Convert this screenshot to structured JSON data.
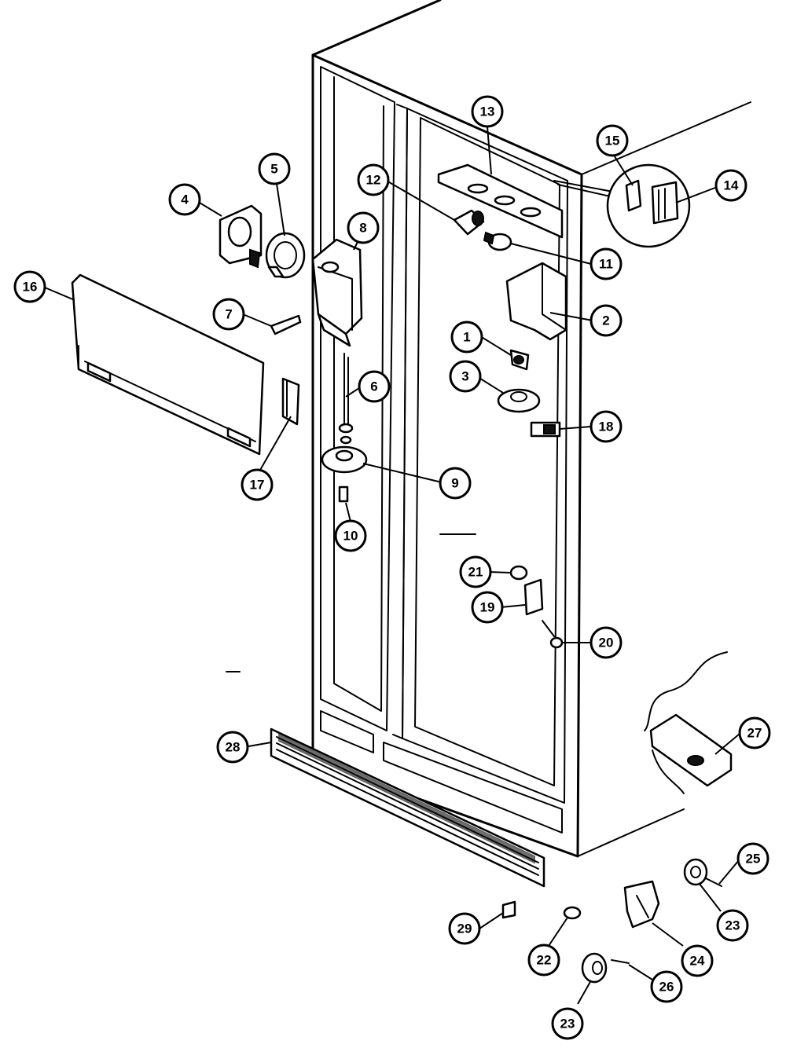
{
  "callouts": [
    {
      "id": "c1",
      "label": "1"
    },
    {
      "id": "c2",
      "label": "2"
    },
    {
      "id": "c3",
      "label": "3"
    },
    {
      "id": "c4",
      "label": "4"
    },
    {
      "id": "c5",
      "label": "5"
    },
    {
      "id": "c6",
      "label": "6"
    },
    {
      "id": "c7",
      "label": "7"
    },
    {
      "id": "c8",
      "label": "8"
    },
    {
      "id": "c9",
      "label": "9"
    },
    {
      "id": "c10",
      "label": "10"
    },
    {
      "id": "c11",
      "label": "11"
    },
    {
      "id": "c12",
      "label": "12"
    },
    {
      "id": "c13",
      "label": "13"
    },
    {
      "id": "c14",
      "label": "14"
    },
    {
      "id": "c15",
      "label": "15"
    },
    {
      "id": "c16",
      "label": "16"
    },
    {
      "id": "c17",
      "label": "17"
    },
    {
      "id": "c18",
      "label": "18"
    },
    {
      "id": "c19",
      "label": "19"
    },
    {
      "id": "c20",
      "label": "20"
    },
    {
      "id": "c21",
      "label": "21"
    },
    {
      "id": "c22",
      "label": "22"
    },
    {
      "id": "c23a",
      "label": "23"
    },
    {
      "id": "c23b",
      "label": "23"
    },
    {
      "id": "c24",
      "label": "24"
    },
    {
      "id": "c25",
      "label": "25"
    },
    {
      "id": "c26",
      "label": "26"
    },
    {
      "id": "c27",
      "label": "27"
    },
    {
      "id": "c28",
      "label": "28"
    },
    {
      "id": "c29",
      "label": "29"
    }
  ]
}
